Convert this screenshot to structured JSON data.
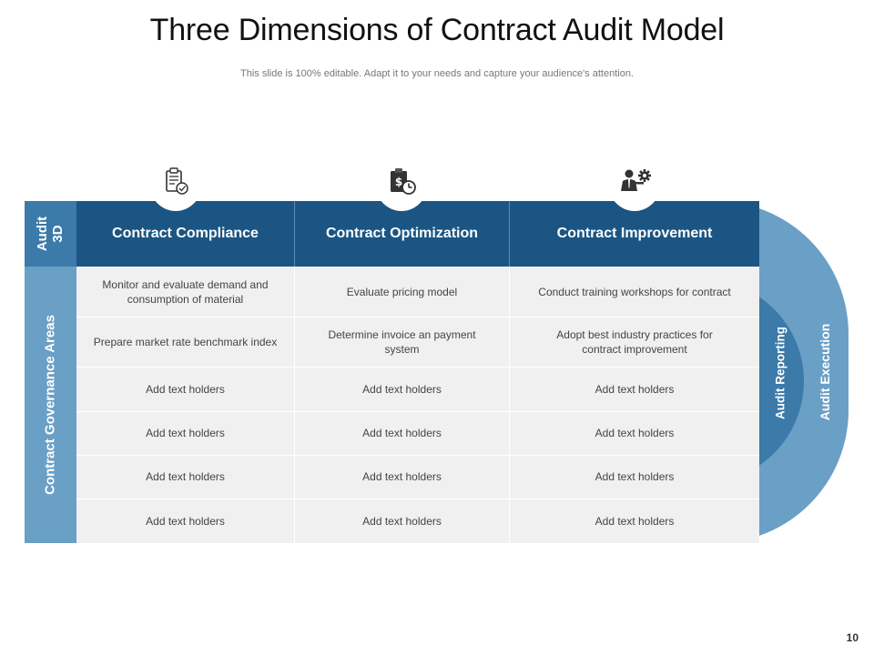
{
  "slide": {
    "title": "Three Dimensions of Contract Audit Model",
    "subtitle": "This slide is 100% editable. Adapt it to your needs and capture your audience's attention.",
    "page_number": "10"
  },
  "left_labels": {
    "top": "Audit\n3D",
    "bottom": "Contract Governance Areas"
  },
  "right_labels": {
    "inner": "Audit Reporting",
    "outer": "Audit Execution"
  },
  "colors": {
    "header_blue": "#1b5583",
    "mid_blue": "#3b7aa9",
    "light_blue": "#6a9fc6",
    "cell_gray": "#f0f0f0"
  },
  "columns": [
    {
      "header": "Contract Compliance",
      "icon": "clipboard-check-icon"
    },
    {
      "header": "Contract Optimization",
      "icon": "pricing-clipboard-icon"
    },
    {
      "header": "Contract Improvement",
      "icon": "person-gear-icon"
    }
  ],
  "rows": [
    [
      "Monitor and evaluate demand and consumption of material",
      "Evaluate pricing model",
      "Conduct training workshops for contract"
    ],
    [
      "Prepare market rate benchmark index",
      "Determine invoice an payment system",
      "Adopt best industry practices for contract improvement"
    ],
    [
      "Add text holders",
      "Add text holders",
      "Add text holders"
    ],
    [
      "Add text holders",
      "Add text holders",
      "Add text holders"
    ],
    [
      "Add text holders",
      "Add text holders",
      "Add text holders"
    ],
    [
      "Add text holders",
      "Add text holders",
      "Add text holders"
    ]
  ]
}
